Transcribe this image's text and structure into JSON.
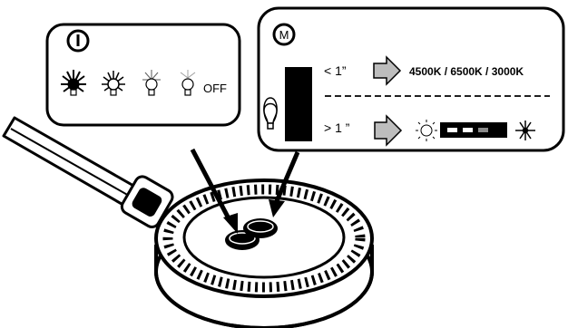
{
  "power_panel": {
    "button_icon": "power-button-icon",
    "brightness_levels": [
      {
        "icon": "bulb-bright-icon",
        "level": "full"
      },
      {
        "icon": "bulb-medium-icon",
        "level": "medium"
      },
      {
        "icon": "bulb-low-icon",
        "level": "low"
      },
      {
        "icon": "bulb-dim-icon",
        "level": "dim"
      }
    ],
    "off_label": "OFF"
  },
  "mode_panel": {
    "button_letter": "M",
    "bulb_icon": "light-bulb-icon",
    "short_press": {
      "label": "< 1”",
      "result": "4500K / 6500K / 3000K"
    },
    "long_press": {
      "label": "> 1 ”",
      "result_start_icon": "sun-icon",
      "result_end_icon": "snowflake-icon"
    }
  },
  "device": {
    "name": "lamp-base-controller"
  }
}
